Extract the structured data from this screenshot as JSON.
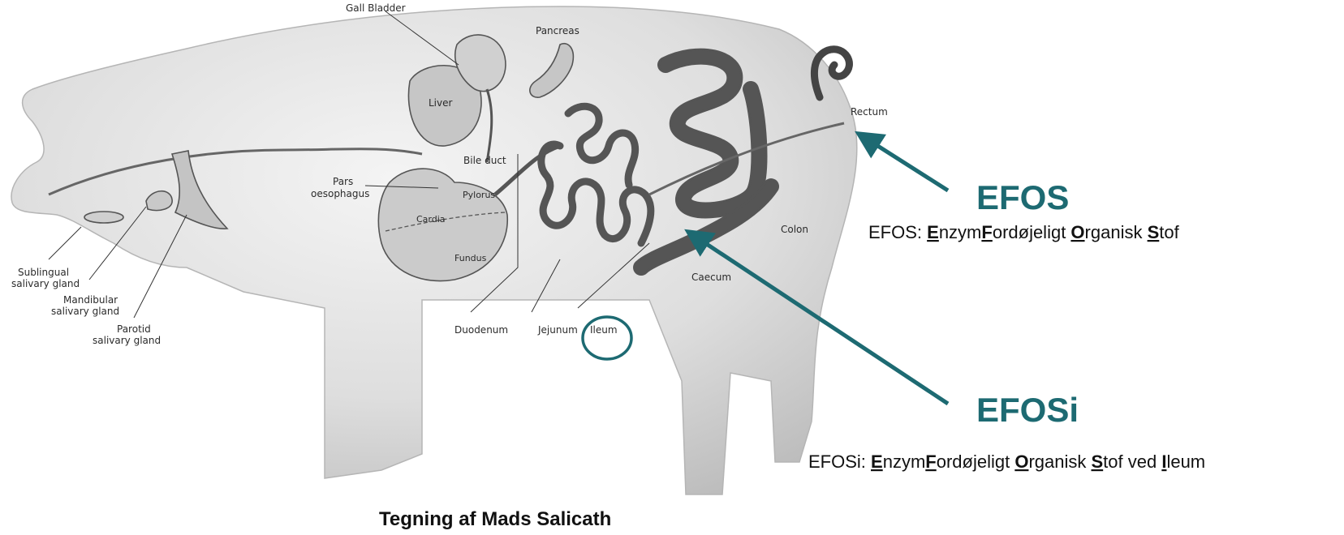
{
  "colors": {
    "accent": "#1d6a72",
    "body_fill": "#e2e2e2",
    "organ_fill": "#c8c8c8",
    "text": "#111111"
  },
  "labels": {
    "gall_bladder": "Gall Bladder",
    "pancreas": "Pancreas",
    "liver": "Liver",
    "bile_duct": "Bile duct",
    "pars_line1": "Pars",
    "pars_line2": "oesophagus",
    "cardia": "Cardia",
    "pylorus": "Pylorus",
    "fundus": "Fundus",
    "sublingual_line1": "Sublingual",
    "sublingual_line2": "salivary gland",
    "mandibular_line1": "Mandibular",
    "mandibular_line2": "salivary gland",
    "parotid_line1": "Parotid",
    "parotid_line2": "salivary gland",
    "duodenum": "Duodenum",
    "jejunum": "Jejunum",
    "ileum": "Ileum",
    "colon": "Colon",
    "caecum": "Caecum",
    "rectum": "Rectum"
  },
  "efos": {
    "heading": "EFOS",
    "prefix": "EFOS: ",
    "e": "E",
    "nzym": "nzym",
    "f": "F",
    "ordojeligt": "ordøjeligt ",
    "o": "O",
    "rganisk": "rganisk ",
    "s": "S",
    "tof": "tof"
  },
  "efosi": {
    "heading": "EFOSi",
    "prefix": "EFOSi: ",
    "e": "E",
    "nzym": "nzym",
    "f": "F",
    "ordojeligt": "ordøjeligt ",
    "o": "O",
    "rganisk": "rganisk ",
    "s": "S",
    "tof_ved": "tof ved ",
    "i": "I",
    "leum": "leum"
  },
  "credit": "Tegning af Mads Salicath"
}
